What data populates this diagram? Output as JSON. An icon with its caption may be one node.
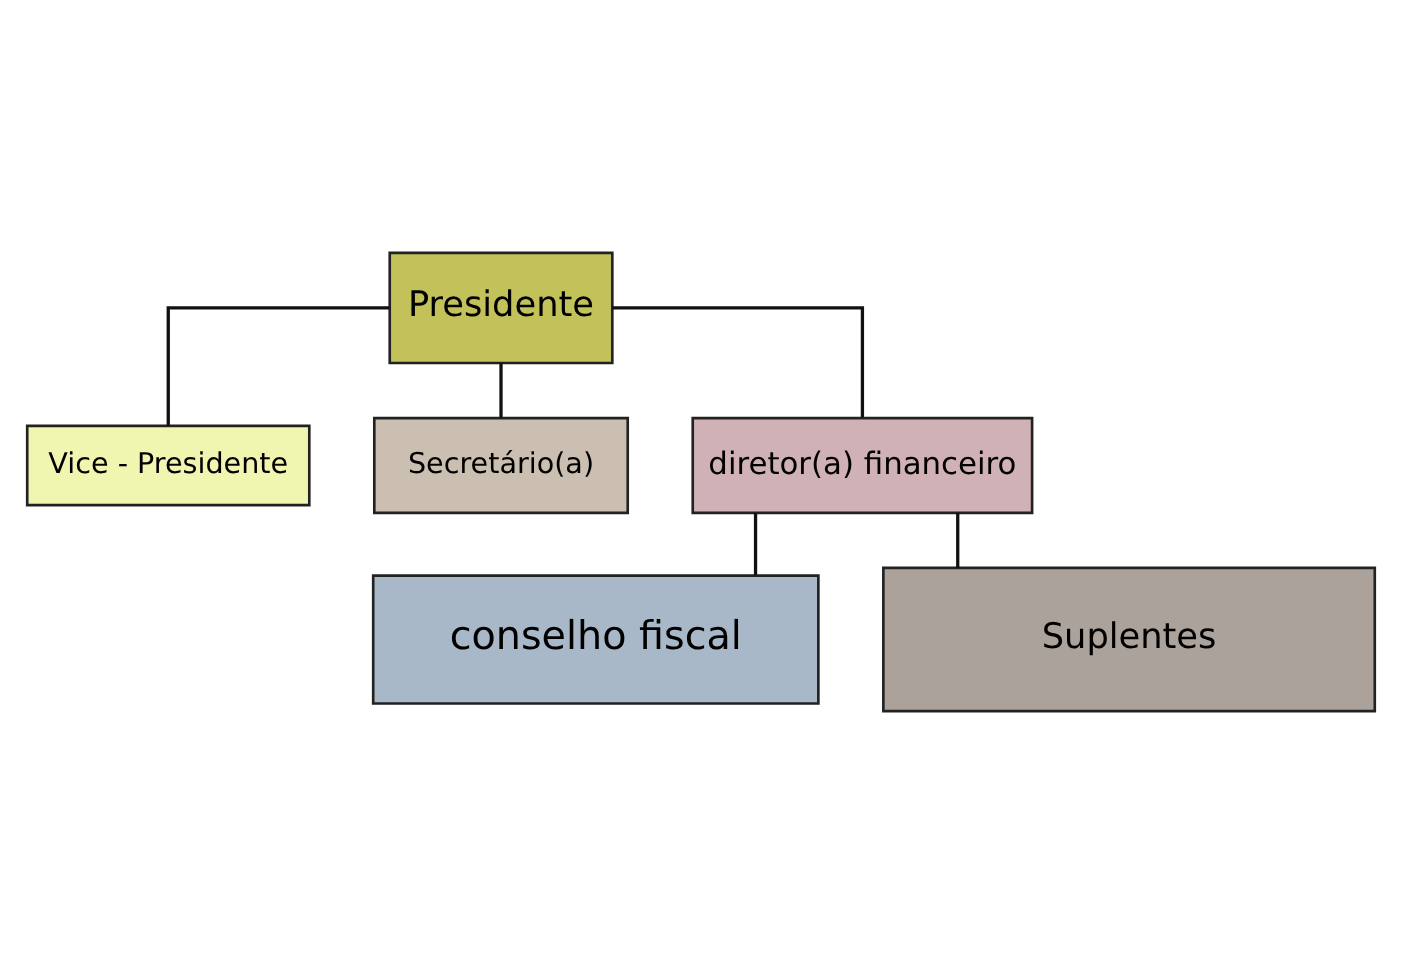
{
  "diagram": {
    "nodes": [
      {
        "text": [
          "Presidente"
        ]
      },
      {
        "text": [
          "Vice - Presidente"
        ]
      },
      {
        "text": [
          "Secretário(a)"
        ]
      },
      {
        "text": [
          "diretor(a) financeiro"
        ]
      },
      {
        "text": [
          "conselho fiscal"
        ]
      },
      {
        "text": [
          "Suplentes"
        ]
      }
    ],
    "edges": [
      {
        "from": 0,
        "to": 1,
        "arrow": "none"
      },
      {
        "from": 0,
        "to": 2,
        "arrow": "none"
      },
      {
        "from": 0,
        "to": 3,
        "arrow": "none"
      },
      {
        "from": 3,
        "to": 4,
        "arrow": "none"
      },
      {
        "from": 3,
        "to": 5,
        "arrow": "none"
      }
    ]
  }
}
